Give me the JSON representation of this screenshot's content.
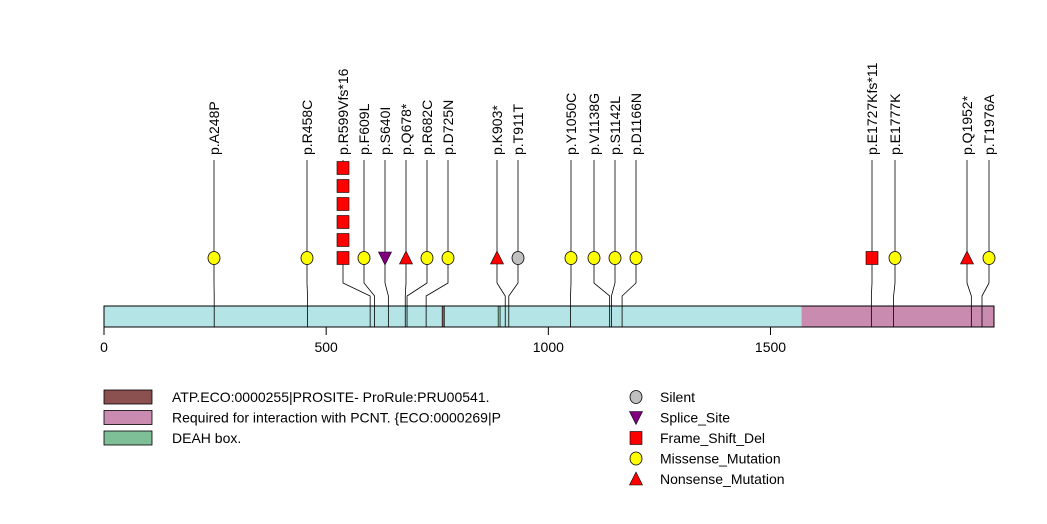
{
  "chart_data": {
    "type": "lollipop",
    "protein_length": 2003,
    "xlim": [
      0,
      2003
    ],
    "xticks": [
      0,
      500,
      1000,
      1500
    ],
    "domains": [
      {
        "name": "DEAH box.",
        "start": 887,
        "end": 890,
        "color": "#7fbf98"
      },
      {
        "name": "ATP.ECO:0000255|PROSITE- ProRule:PRU00541.",
        "start": 761,
        "end": 766,
        "color": "#8b5050"
      },
      {
        "name": "Required for interaction with PCNT. {ECO:0000269|P",
        "start": 1570,
        "end": 2003,
        "color": "#c98bb0"
      }
    ],
    "legend_domains": [
      {
        "name": "ATP.ECO:0000255|PROSITE- ProRule:PRU00541.",
        "color": "#8b5050"
      },
      {
        "name": "Required for interaction with PCNT. {ECO:0000269|P",
        "color": "#c98bb0"
      },
      {
        "name": "DEAH box.",
        "color": "#7fbf98"
      }
    ],
    "legend_mutations": [
      {
        "name": "Silent",
        "shape": "circle",
        "color": "#c0c0c0"
      },
      {
        "name": "Splice_Site",
        "shape": "down-triangle",
        "color": "#800080"
      },
      {
        "name": "Frame_Shift_Del",
        "shape": "square",
        "color": "#ff0000"
      },
      {
        "name": "Missense_Mutation",
        "shape": "circle",
        "color": "#ffff00"
      },
      {
        "name": "Nonsense_Mutation",
        "shape": "triangle",
        "color": "#ff0000"
      }
    ],
    "mutations": [
      {
        "label": "p.A248P",
        "pos": 248,
        "type": "Missense_Mutation",
        "count": 1
      },
      {
        "label": "p.R458C",
        "pos": 458,
        "type": "Missense_Mutation",
        "count": 1
      },
      {
        "label": "p.R599Vfs*16",
        "pos": 599,
        "type": "Frame_Shift_Del",
        "count": 6
      },
      {
        "label": "p.F609L",
        "pos": 609,
        "type": "Missense_Mutation",
        "count": 1
      },
      {
        "label": "p.S640I",
        "pos": 640,
        "type": "Splice_Site",
        "count": 1
      },
      {
        "label": "p.Q678*",
        "pos": 678,
        "type": "Nonsense_Mutation",
        "count": 1
      },
      {
        "label": "p.R682C",
        "pos": 682,
        "type": "Missense_Mutation",
        "count": 1
      },
      {
        "label": "p.D725N",
        "pos": 725,
        "type": "Missense_Mutation",
        "count": 1
      },
      {
        "label": "p.K903*",
        "pos": 903,
        "type": "Nonsense_Mutation",
        "count": 1
      },
      {
        "label": "p.T911T",
        "pos": 911,
        "type": "Silent",
        "count": 1
      },
      {
        "label": "p.Y1050C",
        "pos": 1050,
        "type": "Missense_Mutation",
        "count": 1
      },
      {
        "label": "p.V1138G",
        "pos": 1138,
        "type": "Missense_Mutation",
        "count": 1
      },
      {
        "label": "p.S1142L",
        "pos": 1142,
        "type": "Missense_Mutation",
        "count": 1
      },
      {
        "label": "p.D1166N",
        "pos": 1166,
        "type": "Missense_Mutation",
        "count": 1
      },
      {
        "label": "p.E1727Kfs*11",
        "pos": 1727,
        "type": "Frame_Shift_Del",
        "count": 1
      },
      {
        "label": "p.E1777K",
        "pos": 1777,
        "type": "Missense_Mutation",
        "count": 1
      },
      {
        "label": "p.Q1952*",
        "pos": 1952,
        "type": "Nonsense_Mutation",
        "count": 1
      },
      {
        "label": "p.T1976A",
        "pos": 1976,
        "type": "Missense_Mutation",
        "count": 1
      }
    ]
  }
}
